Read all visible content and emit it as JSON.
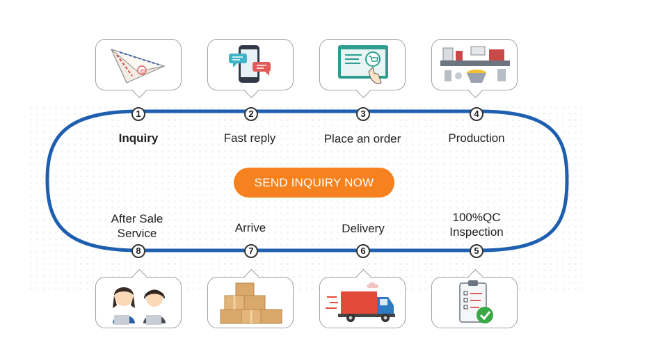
{
  "cta": {
    "label": "SEND INQUIRY NOW"
  },
  "colors": {
    "track": "#1f5fb0",
    "cta": "#f5821f",
    "card_border": "#9aa1a8"
  },
  "steps": [
    {
      "number": "1",
      "label": "Inquiry",
      "icon": "paper-plane-mail-icon"
    },
    {
      "number": "2",
      "label": "Fast reply",
      "icon": "phone-chat-icon"
    },
    {
      "number": "3",
      "label": "Place an order",
      "icon": "online-shop-cart-icon"
    },
    {
      "number": "4",
      "label": "Production",
      "icon": "factory-line-icon"
    },
    {
      "number": "5",
      "label_line1": "100%QC",
      "label_line2": "Inspection",
      "icon": "checklist-approved-icon"
    },
    {
      "number": "6",
      "label": "Delivery",
      "icon": "delivery-truck-icon"
    },
    {
      "number": "7",
      "label": "Arrive",
      "icon": "cardboard-boxes-icon"
    },
    {
      "number": "8",
      "label_line1": "After Sale",
      "label_line2": "Service",
      "icon": "support-agents-icon"
    }
  ]
}
